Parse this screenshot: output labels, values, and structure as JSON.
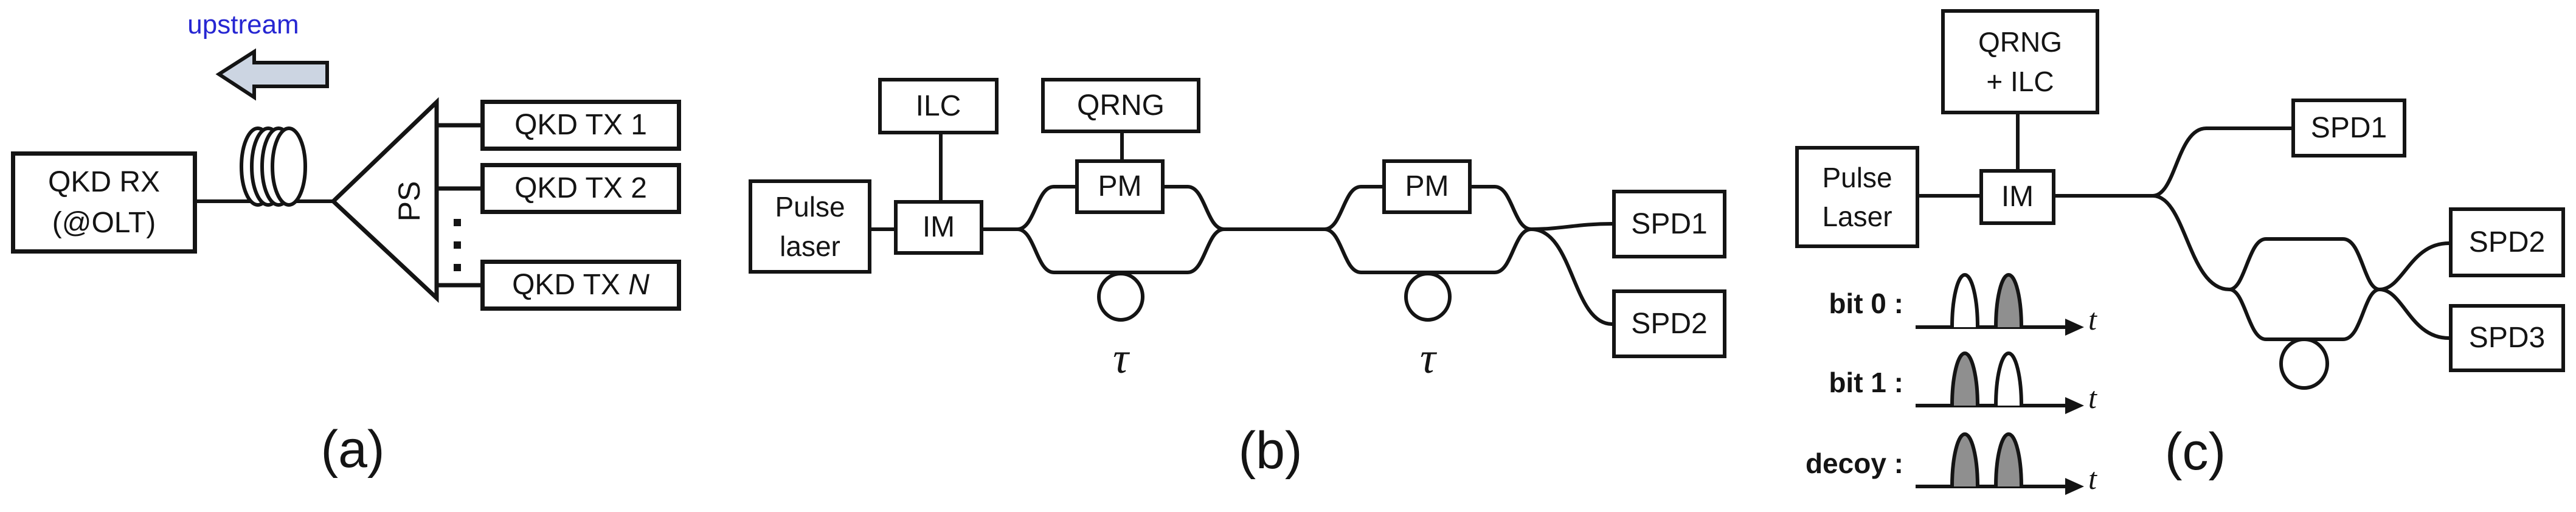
{
  "colors": {
    "upstream_blue": "#2626d2",
    "arrow_fill": "#ccd5e2",
    "pulse_gray": "#8f8f8f",
    "line_black": "#141414"
  },
  "panel_a": {
    "caption": "(a)",
    "upstream_label": "upstream",
    "qkd_rx_line1": "QKD RX",
    "qkd_rx_line2": "(@OLT)",
    "splitter_label": "PS",
    "tx1_prefix": "QKD TX ",
    "tx1_num": "1",
    "tx2_prefix": "QKD TX ",
    "tx2_num": "2",
    "txn_prefix": "QKD TX ",
    "txn_num": "N"
  },
  "panel_b": {
    "caption": "(b)",
    "pulse_laser_line1": "Pulse",
    "pulse_laser_line2": "laser",
    "ilc": "ILC",
    "qrng": "QRNG",
    "im": "IM",
    "pm1": "PM",
    "pm2": "PM",
    "tau1": "τ",
    "tau2": "τ",
    "spd1": "SPD1",
    "spd2": "SPD2"
  },
  "panel_c": {
    "caption": "(c)",
    "qrng_ilc_line1": "QRNG",
    "qrng_ilc_line2": "+ ILC",
    "pulse_laser_line1": "Pulse",
    "pulse_laser_line2": "Laser",
    "im": "IM",
    "spd1": "SPD1",
    "spd2": "SPD2",
    "spd3": "SPD3",
    "timing_rows": [
      {
        "label": "bit 0 :",
        "t": "t"
      },
      {
        "label": "bit 1 :",
        "t": "t"
      },
      {
        "label": "decoy :",
        "t": "t"
      }
    ]
  }
}
